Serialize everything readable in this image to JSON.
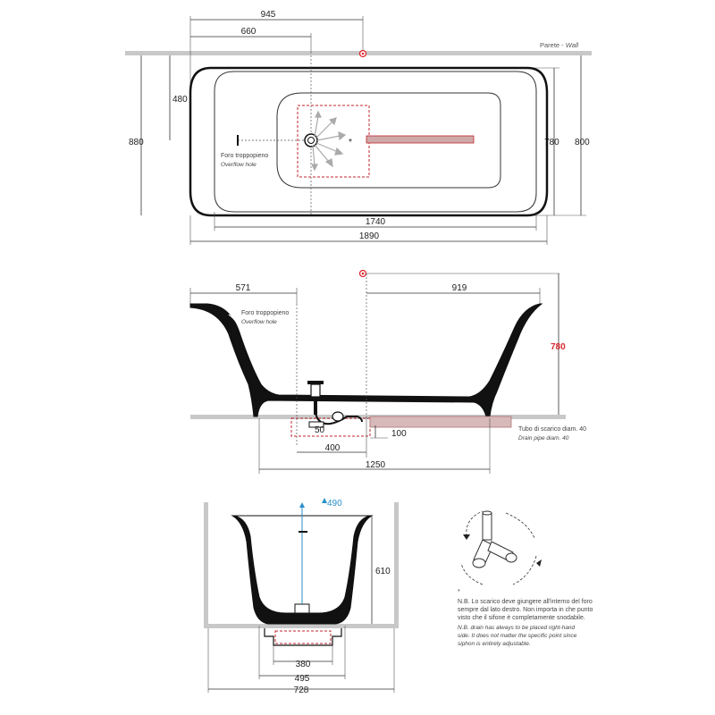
{
  "top_view": {
    "dim_945": "945",
    "dim_660": "660",
    "dim_480": "480",
    "dim_880": "880",
    "dim_780": "780",
    "dim_800": "800",
    "dim_1740": "1740",
    "dim_1890": "1890",
    "wall_label": "Parete - ",
    "wall_label_it": "Wall",
    "overflow_label": "Foro troppopieno",
    "overflow_label_it": "Overflow hole",
    "asterisk": "*"
  },
  "side_view": {
    "dim_571": "571",
    "dim_919": "919",
    "dim_780": "780",
    "dim_50": "50",
    "dim_400": "400",
    "dim_100": "100",
    "dim_1250": "1250",
    "overflow_label": "Foro troppopieno",
    "overflow_label_it": "Overflow hole",
    "drain_label": "Tubo di scarico diam. 40",
    "drain_label_it": "Drain pipe diam. 40"
  },
  "end_view": {
    "dim_490": "490",
    "dim_610": "610",
    "dim_380": "380",
    "dim_495": "495",
    "dim_728": "728"
  },
  "notes": {
    "asterisk": "*",
    "it_line1": "N.B. Lo scarico deve giungere all'interno del foro",
    "it_line2": "sempre dal lato destro. Non importa in che punto",
    "it_line3": "visto che il sifone è completamente snodabile.",
    "en_line1": "N.B. drain has always to be placed right-hand",
    "en_line2": "side. It does not matter the specific point since",
    "en_line3": "siphon is entirely adjustable."
  },
  "colors": {
    "accent_red": "#d9272e",
    "accent_blue": "#2a8fc9",
    "wall_gray": "#c8c8c8",
    "line_dark": "#111111"
  }
}
